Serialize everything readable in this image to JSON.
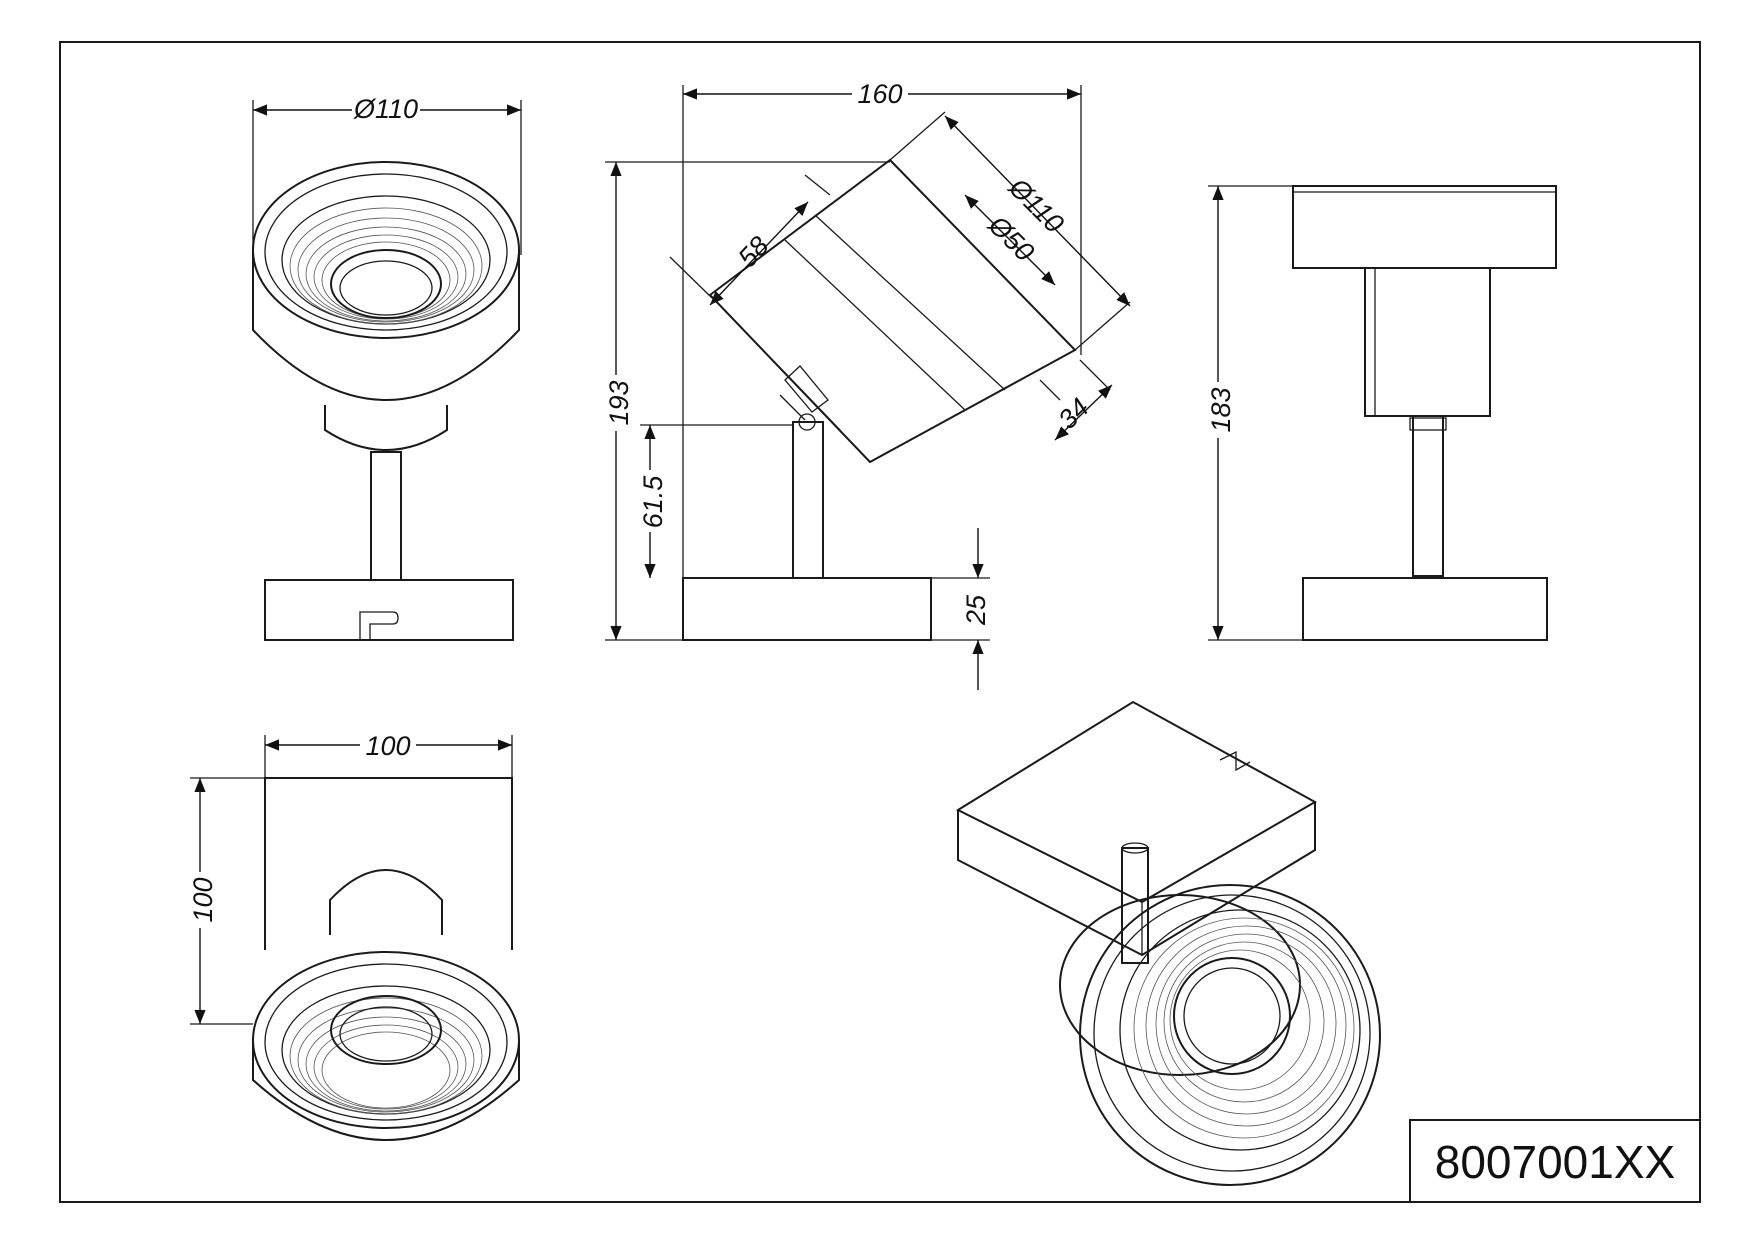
{
  "product_code": "8007001XX",
  "dimensions": {
    "front_diameter": "Ø110",
    "side_width": "160",
    "side_height": "193",
    "head_length": "58",
    "head_diameter": "Ø110",
    "lens_diameter": "Ø50",
    "head_depth": "34",
    "pivot_height": "61.5",
    "base_height": "25",
    "back_height": "183",
    "top_width": "100",
    "top_depth": "100"
  }
}
